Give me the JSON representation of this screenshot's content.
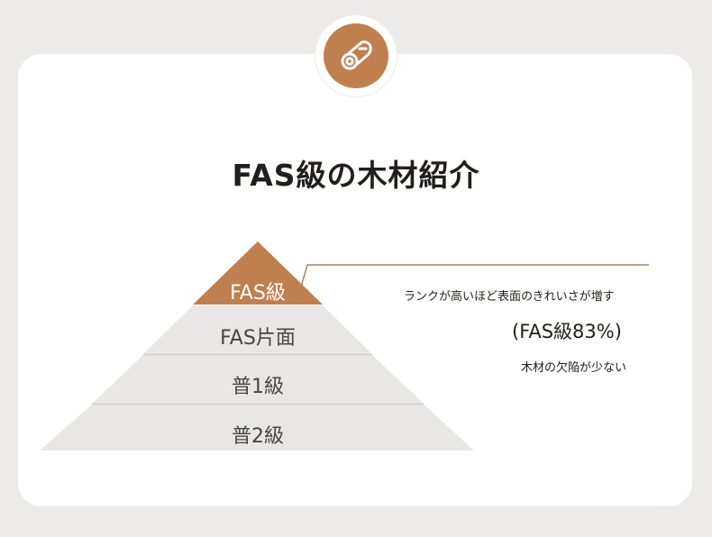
{
  "title": "FAS級の木材紹介",
  "colors": {
    "accent": "#c07f4f",
    "tier_fill": "#e9e7e5",
    "tier_divider": "#d2cdc9",
    "leader_line": "#a8835f",
    "background": "#ecebe9"
  },
  "icon": "wood-log-icon",
  "pyramid": {
    "tiers": [
      {
        "label": "FAS級"
      },
      {
        "label": "FAS片面"
      },
      {
        "label": "普1級"
      },
      {
        "label": "普2級"
      }
    ]
  },
  "annotation": {
    "line1": "ランクが高いほど表面のきれいさが増す",
    "line2": "(FAS級83%)",
    "line3": "木材の欠陥が少ない"
  }
}
